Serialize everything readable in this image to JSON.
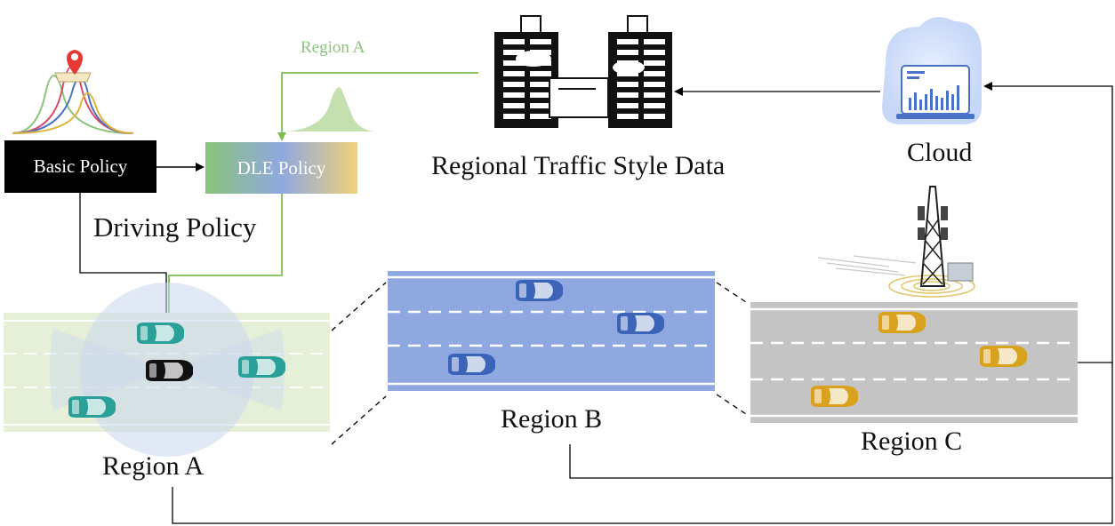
{
  "policy": {
    "basic_label": "Basic Policy",
    "dle_label": "DLE Policy",
    "group_label": "Driving Policy",
    "feedback_label": "Region A"
  },
  "data_store": {
    "label": "Regional Traffic Style Data"
  },
  "cloud": {
    "label": "Cloud"
  },
  "regions": {
    "a": {
      "label": "Region A"
    },
    "b": {
      "label": "Region B"
    },
    "c": {
      "label": "Region C"
    }
  },
  "colors": {
    "green_line": "#7dbf4f",
    "region_a_road": "#e6f0d8",
    "region_a_sensor": "#c9d6ee",
    "region_b_road": "#8fa8e0",
    "region_c_road": "#c4c4c4",
    "car_teal": "#2aa198",
    "car_blue": "#3b63b8",
    "car_yellow": "#d9a21e",
    "ego_car": "#111111",
    "dle_gradient": [
      "#8cc47b",
      "#8fa8e0",
      "#f0d27a"
    ]
  }
}
